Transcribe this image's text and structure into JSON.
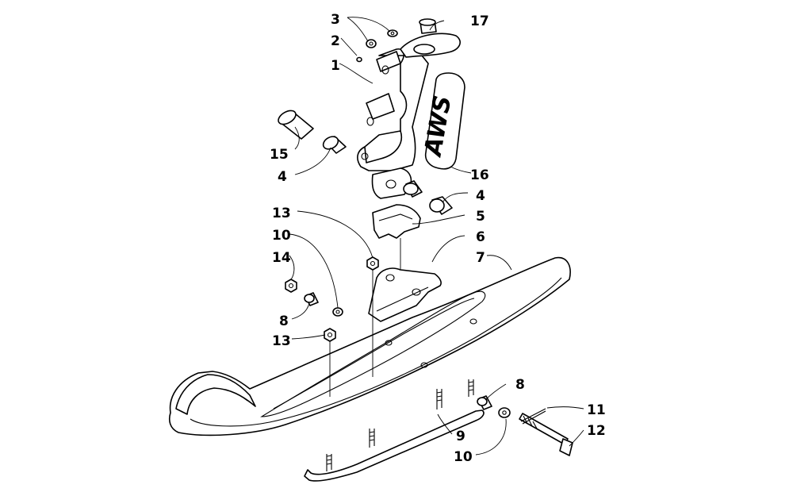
{
  "callouts": {
    "c1": "1",
    "c2": "2",
    "c3": "3",
    "c4a": "4",
    "c4b": "4",
    "c5": "5",
    "c6": "6",
    "c7": "7",
    "c8a": "8",
    "c8b": "8",
    "c9": "9",
    "c10a": "10",
    "c10b": "10",
    "c11": "11",
    "c12": "12",
    "c13a": "13",
    "c13b": "13",
    "c14": "14",
    "c15": "15",
    "c16": "16",
    "c17": "17"
  },
  "decal_text": "AWS"
}
